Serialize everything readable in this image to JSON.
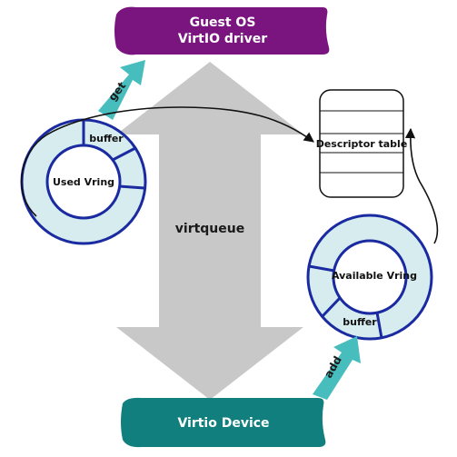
{
  "guest": {
    "line1": "Guest OS",
    "line2": "VirtIO driver",
    "fill": "#7a1580",
    "text_color": "#ffffff"
  },
  "device": {
    "label": "Virtio Device",
    "fill": "#127f7f",
    "text_color": "#ffffff"
  },
  "virtqueue": {
    "label": "virtqueue",
    "fill": "#c8c8c8"
  },
  "used_vring": {
    "label": "Used Vring",
    "segment_label": "buffer"
  },
  "available_vring": {
    "label": "Available Vring",
    "segment_label": "buffer"
  },
  "descriptor_table": {
    "label": "Descriptor table"
  },
  "get_arrow": {
    "label": "get"
  },
  "add_arrow": {
    "label": "add"
  },
  "colors": {
    "ring_stroke": "#1a2aa0",
    "ring_fill": "#d6ecee",
    "teal_arrow": "#48bdbd",
    "connector": "#111111"
  }
}
